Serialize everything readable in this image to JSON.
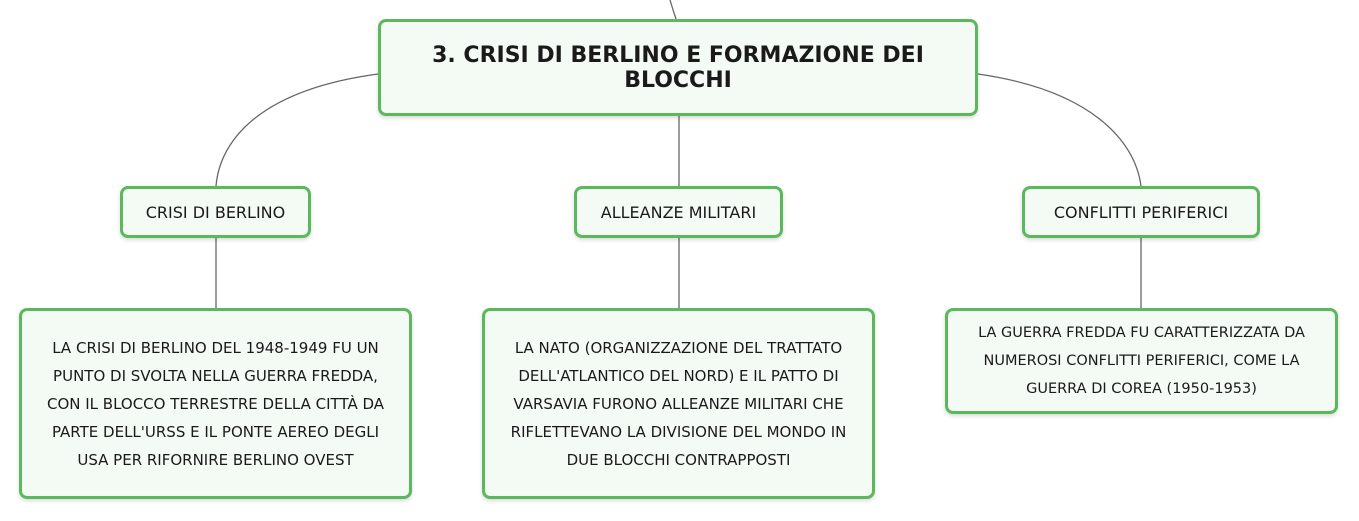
{
  "root": {
    "title": "3. CRISI DI BERLINO E FORMAZIONE DEI BLOCCHI"
  },
  "branches": [
    {
      "label": "CRISI DI BERLINO",
      "detail": "LA CRISI DI BERLINO DEL 1948-1949 FU UN PUNTO DI SVOLTA NELLA GUERRA FREDDA, CON IL BLOCCO TERRESTRE DELLA CITTÀ DA PARTE DELL'URSS E IL PONTE AEREO DEGLI USA PER RIFORNIRE BERLINO OVEST"
    },
    {
      "label": "ALLEANZE MILITARI",
      "detail": "LA NATO (ORGANIZZAZIONE DEL TRATTATO DELL'ATLANTICO DEL NORD) E IL PATTO DI VARSAVIA FURONO ALLEANZE MILITARI CHE RIFLETTEVANO LA DIVISIONE DEL MONDO IN DUE BLOCCHI CONTRAPPOSTI"
    },
    {
      "label": "CONFLITTI PERIFERICI",
      "detail": "LA GUERRA FREDDA FU CARATTERIZZATA DA NUMEROSI CONFLITTI PERIFERICI, COME LA GUERRA DI COREA (1950-1953)"
    }
  ],
  "colors": {
    "node_border": "#5cb85c",
    "node_fill": "#f4faf4",
    "connector": "#666666"
  }
}
